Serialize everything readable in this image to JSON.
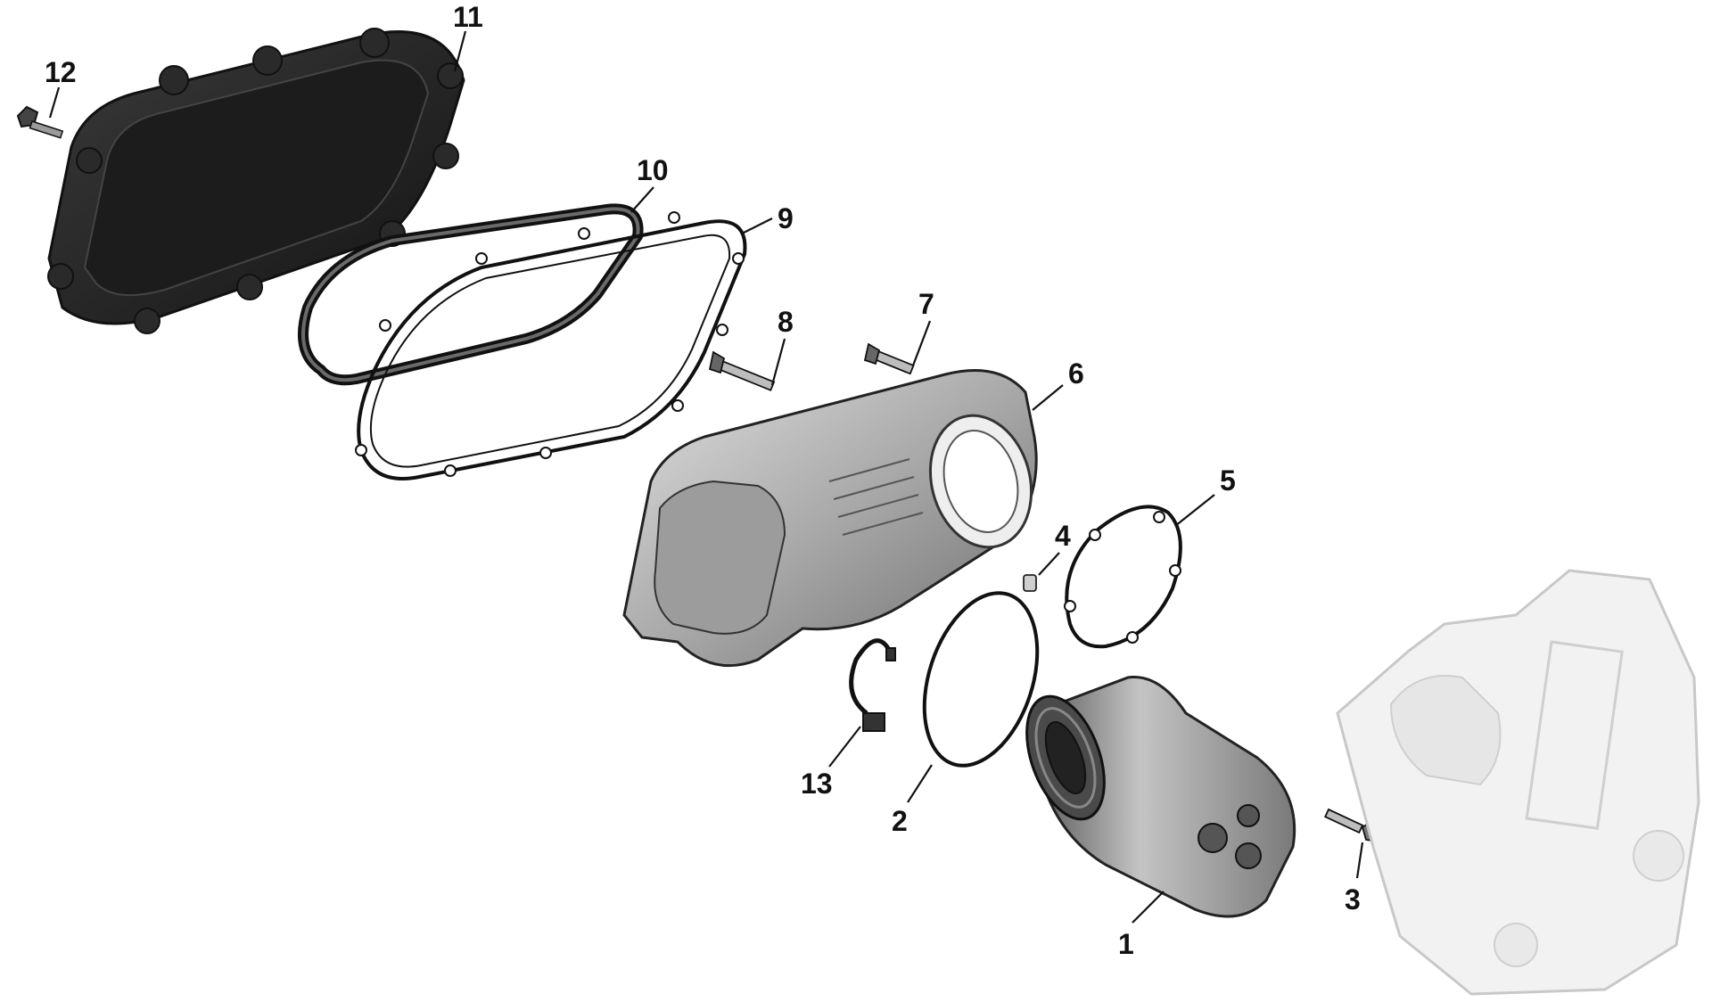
{
  "diagram": {
    "colors": {
      "ink": "#111111",
      "part_dark": "#2b2b2b",
      "part_mid": "#8a8a8a",
      "part_light": "#c9c9c9",
      "ghost": "#e2e2e2"
    },
    "callouts": [
      {
        "id": "1",
        "label": "1"
      },
      {
        "id": "2",
        "label": "2"
      },
      {
        "id": "3",
        "label": "3"
      },
      {
        "id": "4",
        "label": "4"
      },
      {
        "id": "5",
        "label": "5"
      },
      {
        "id": "6",
        "label": "6"
      },
      {
        "id": "7",
        "label": "7"
      },
      {
        "id": "8",
        "label": "8"
      },
      {
        "id": "9",
        "label": "9"
      },
      {
        "id": "10",
        "label": "10"
      },
      {
        "id": "11",
        "label": "11"
      },
      {
        "id": "12",
        "label": "12"
      },
      {
        "id": "13",
        "label": "13"
      }
    ]
  }
}
